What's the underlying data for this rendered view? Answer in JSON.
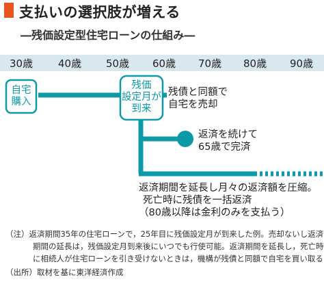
{
  "header": {
    "title": "支払いの選択肢が増える",
    "subtitle": "―残価設定型住宅ローンの仕組み―"
  },
  "colors": {
    "accent": "#e8541c",
    "teal": "#0d9aa8",
    "age_bar": "#d9e8ee"
  },
  "ages": [
    "30歳",
    "40歳",
    "50歳",
    "60歳",
    "70歳",
    "80歳",
    "90歳"
  ],
  "nodes": {
    "purchase": {
      "line1": "自宅",
      "line2": "購入"
    },
    "residual_date": {
      "line1": "残価",
      "line2": "設定月が",
      "line3": "到来"
    }
  },
  "options": {
    "sell": {
      "line1": "残債と同額で",
      "line2": "自宅を売却"
    },
    "continue": {
      "line1": "返済を続けて",
      "line2": "65歳で完済"
    },
    "extend": {
      "line1": "返済期間を延長し月々の返済額を圧縮。",
      "line2": "死亡時に残債を一括返済",
      "line3": "（80歳以降は金利のみを支払う）"
    }
  },
  "notes": {
    "line1": "（注）返済期間35年の住宅ローンで，25年目に残価設定月が到来した例。売却ないし返済",
    "line2": "期間の延長は，残価設定月到来後にいつでも行使可能。返済期間を延長し，死亡時",
    "line3": "に相続人が住宅ローンを引き受けないときは，機構が残債と同額で自宅を買い取る",
    "line4": "（出所）取材を基に東洋経済作成"
  }
}
